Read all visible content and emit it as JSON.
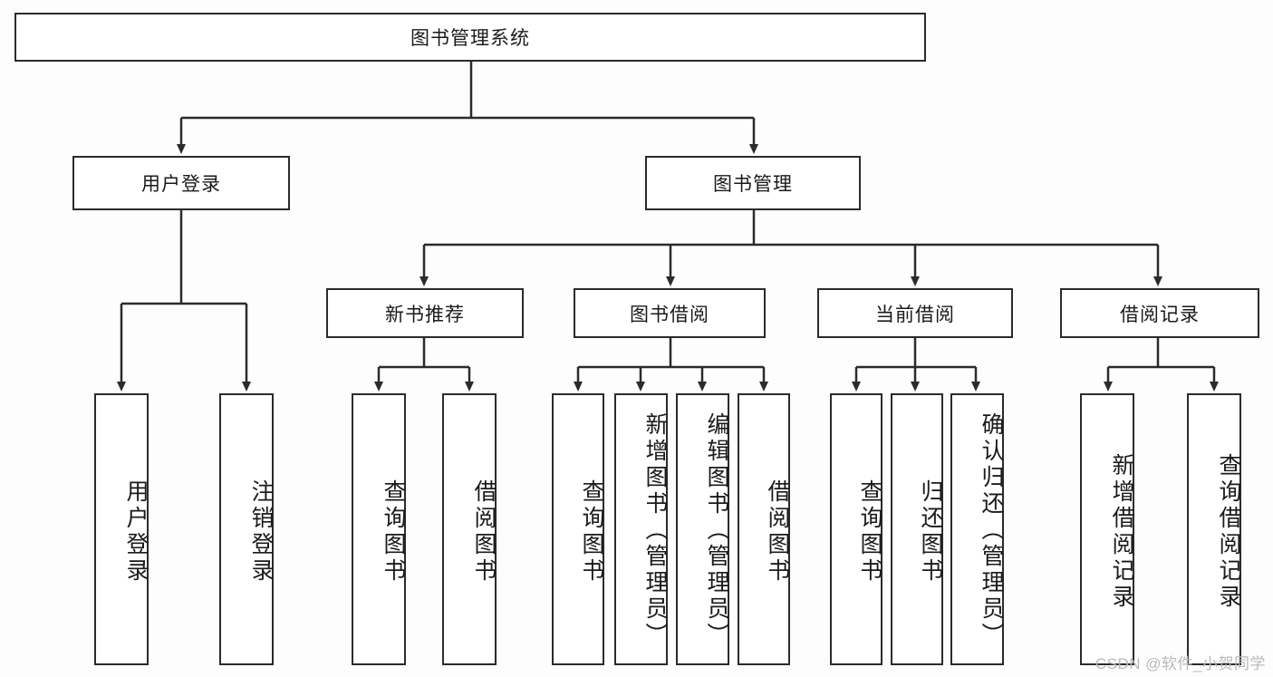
{
  "diagram": {
    "title": "图书管理系统",
    "type": "tree",
    "watermark": "CSDN @软件_小贺同学",
    "colors": {
      "border": "#2b2b2b",
      "fill": "#ffffff",
      "background": "#fdfdfd",
      "text": "#1a1a1a",
      "watermark": "#b9b9b9"
    },
    "nodes": {
      "root": "图书管理系统",
      "level2": [
        "用户登录",
        "图书管理"
      ],
      "level3": [
        "新书推荐",
        "图书借阅",
        "当前借阅",
        "借阅记录"
      ],
      "leaves": {
        "user_login": [
          "用户登录",
          "注销登录"
        ],
        "new_book": [
          "查询图书",
          "借阅图书"
        ],
        "book_borrow": [
          "查询图书",
          "新增图书（管理员）",
          "编辑图书（管理员）",
          "借阅图书"
        ],
        "current_borrow": [
          "查询图书",
          "归还图书",
          "确认归还（管理员）"
        ],
        "borrow_record": [
          "新增借阅记录",
          "查询借阅记录"
        ]
      }
    }
  }
}
